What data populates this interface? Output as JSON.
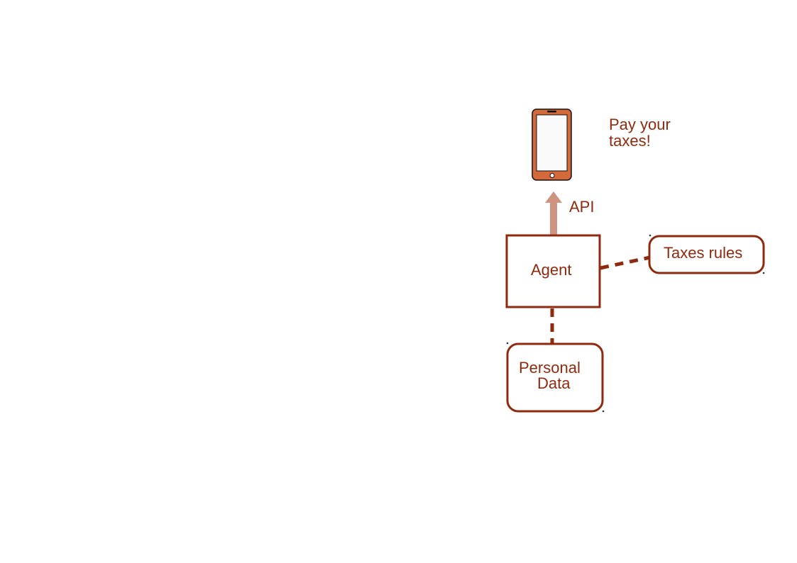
{
  "colors": {
    "primary": "#8f2a0f",
    "arrow": "#cf9382",
    "phone_body": "#d4693a",
    "phone_screen": "#fafafa"
  },
  "icons": {
    "phone": "smartphone-icon"
  },
  "nodes": {
    "agent": {
      "label": "Agent"
    },
    "taxes_rules": {
      "label": "Taxes rules"
    },
    "personal_data": {
      "line1": "Personal",
      "line2": "Data"
    }
  },
  "labels": {
    "api": "API",
    "message_line1": "Pay your",
    "message_line2": "taxes!"
  }
}
